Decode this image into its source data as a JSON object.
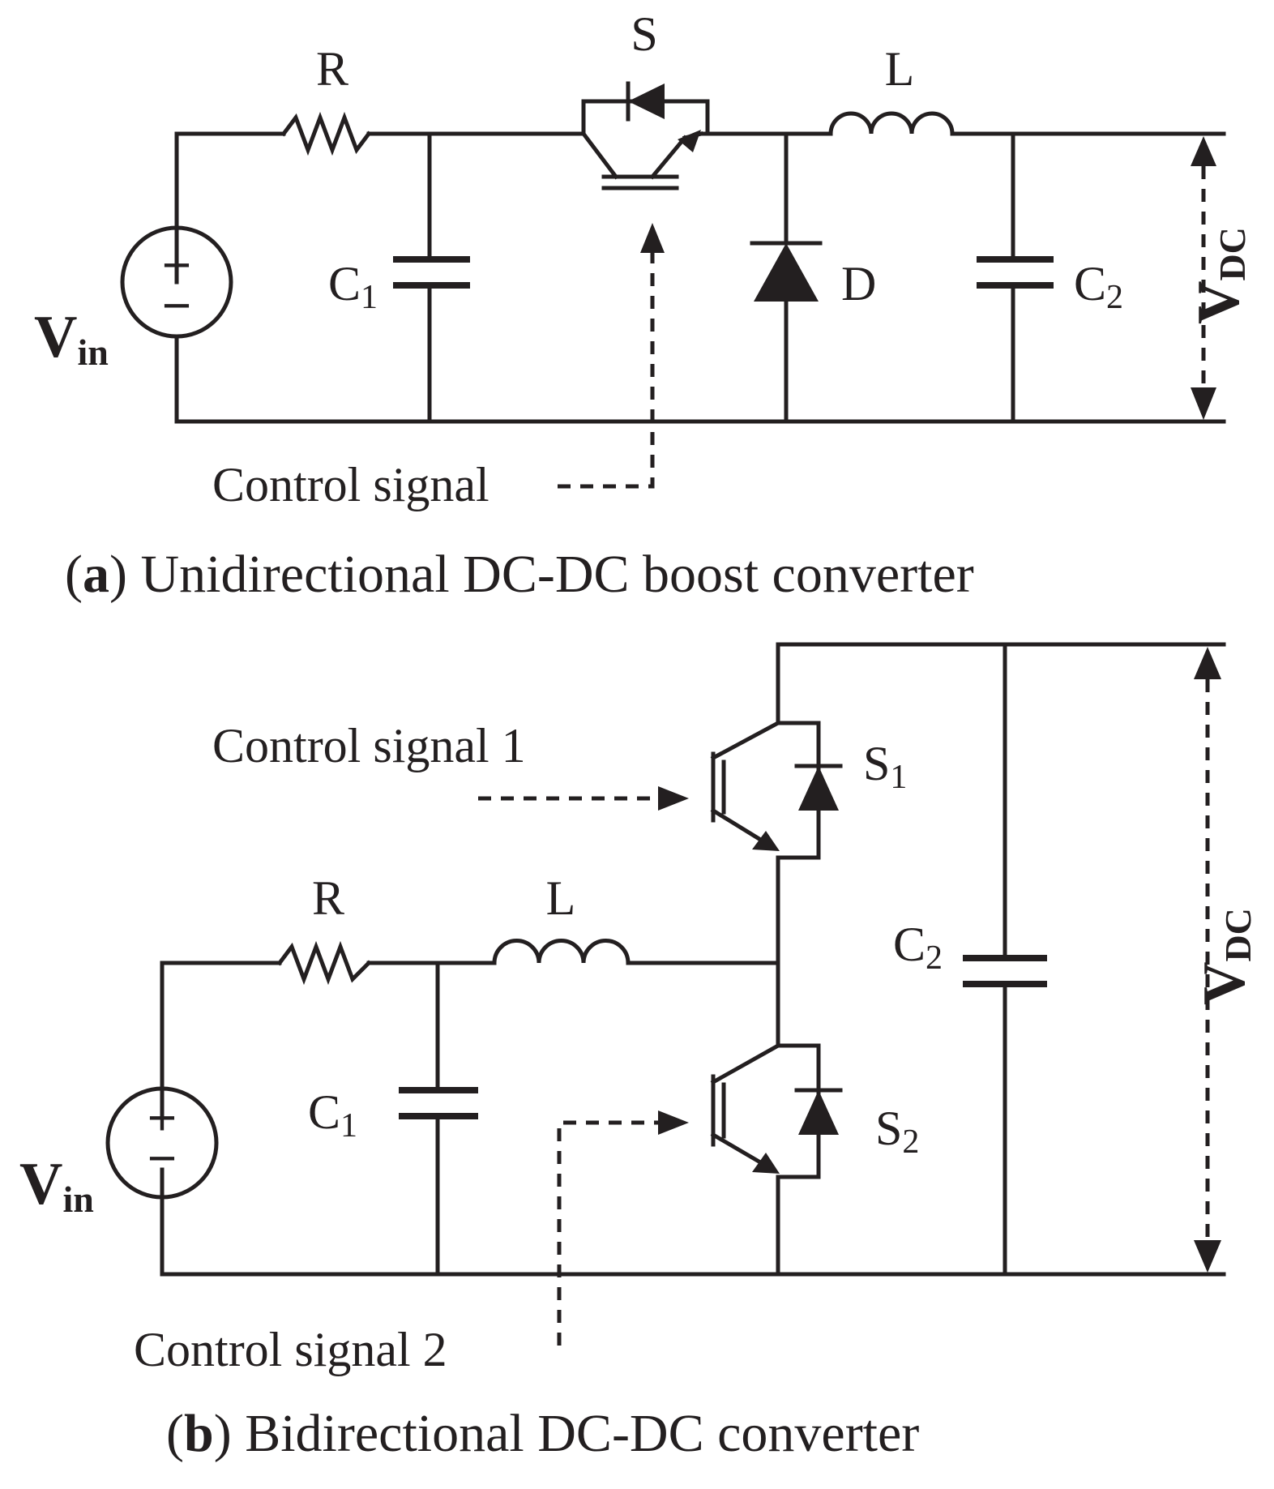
{
  "panel_a": {
    "caption_letter": "a",
    "caption_text": "Unidirectional DC-DC boost converter",
    "source_label": "V",
    "source_sub": "in",
    "resistor": "R",
    "capacitor1": "C",
    "capacitor1_sub": "1",
    "switch": "S",
    "diode": "D",
    "inductor": "L",
    "capacitor2": "C",
    "capacitor2_sub": "2",
    "output_label": "V",
    "output_sub": "DC",
    "control_signal": "Control signal"
  },
  "panel_b": {
    "caption_letter": "b",
    "caption_text": "Bidirectional DC-DC converter",
    "source_label": "V",
    "source_sub": "in",
    "resistor": "R",
    "inductor": "L",
    "capacitor1": "C",
    "capacitor1_sub": "1",
    "switch1": "S",
    "switch1_sub": "1",
    "switch2": "S",
    "switch2_sub": "2",
    "capacitor2": "C",
    "capacitor2_sub": "2",
    "output_label": "V",
    "output_sub": "DC",
    "control_signal_1": "Control signal 1",
    "control_signal_2": "Control signal 2"
  },
  "symbols": {
    "plus": "+",
    "minus": "−",
    "open_paren": "(",
    "close_paren": ")"
  }
}
